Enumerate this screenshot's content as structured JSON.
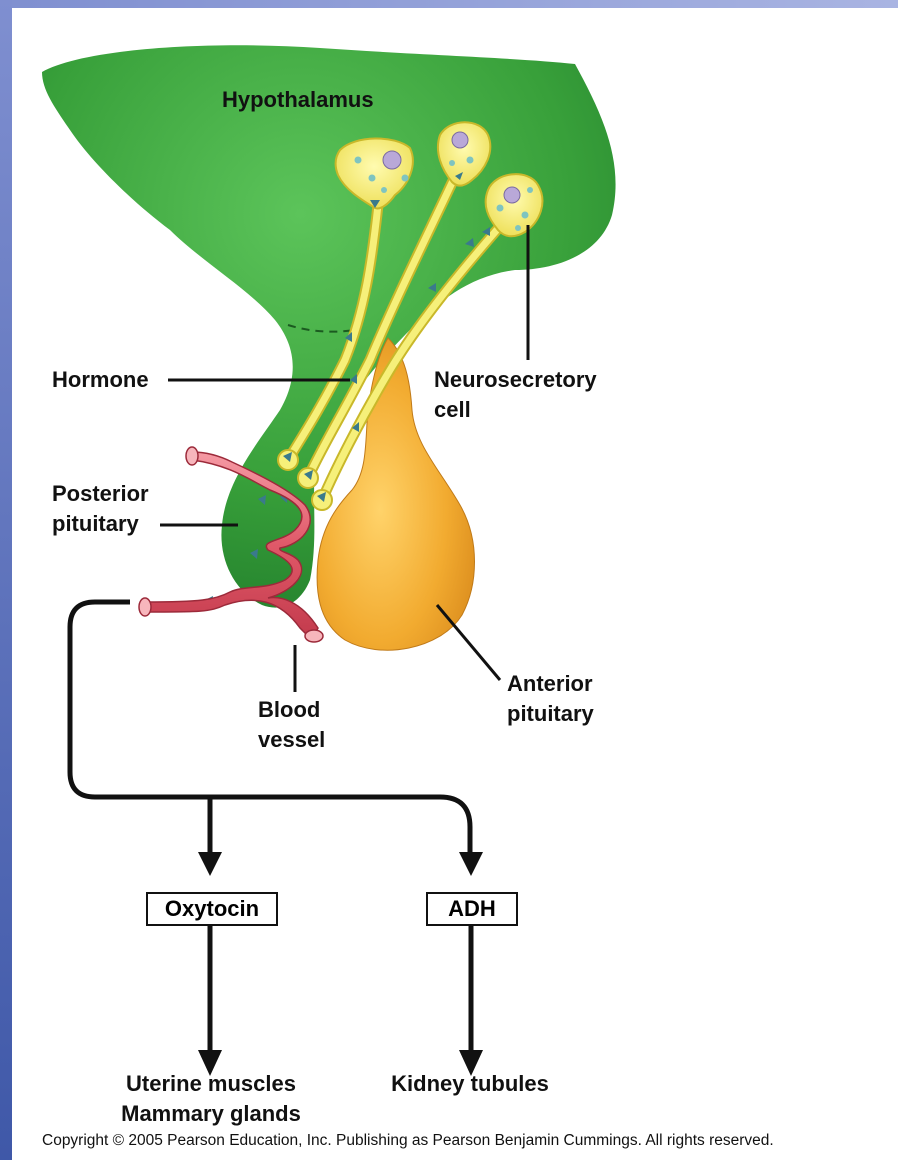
{
  "labels": {
    "hypothalamus": "Hypothalamus",
    "hormone": "Hormone",
    "neurosecretory_line1": "Neurosecretory",
    "neurosecretory_line2": "cell",
    "posterior_line1": "Posterior",
    "posterior_line2": "pituitary",
    "blood_line1": "Blood",
    "blood_line2": "vessel",
    "anterior_line1": "Anterior",
    "anterior_line2": "pituitary"
  },
  "hormones": {
    "left": "Oxytocin",
    "right": "ADH"
  },
  "targets": {
    "left_line1": "Uterine muscles",
    "left_line2": "Mammary glands",
    "right": "Kidney tubules"
  },
  "copyright": "Copyright © 2005 Pearson Education, Inc. Publishing as Pearson Benjamin Cummings. All rights reserved.",
  "colors": {
    "hypothalamus": "#3a9a3a",
    "neuron": "#f2ec6a",
    "anterior": "#f0a830",
    "vessel": "#e2606c"
  }
}
